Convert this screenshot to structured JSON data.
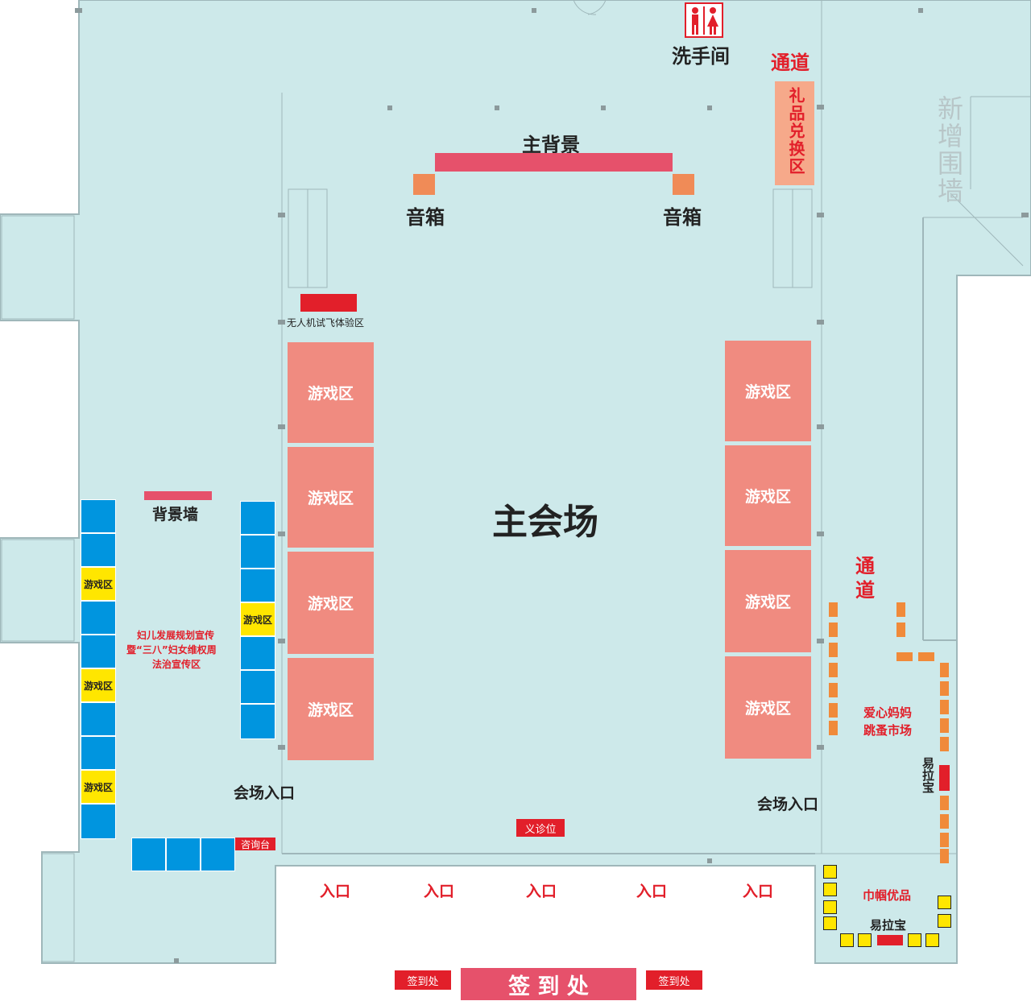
{
  "colors": {
    "floor": "#cde9ea",
    "game_zone": "#f08b80",
    "main_bg": "#e6516b",
    "speaker": "#f08b57",
    "gift": "#f6a98a",
    "blue": "#0095df",
    "yellow": "#ffe600",
    "orange": "#f08a3a",
    "red": "#e21f2a"
  },
  "labels": {
    "restroom": "洗手间",
    "channel_top": "通道",
    "gift_exchange": "礼品兑换区",
    "new_wall": "新增围墙",
    "main_backdrop": "主背景",
    "speaker_left": "音箱",
    "speaker_right": "音箱",
    "drone_zone": "无人机试飞体验区",
    "game_zone": "游戏区",
    "main_venue": "主会场",
    "backdrop_wall": "背景墙",
    "women_zone_1": "妇儿发展规划宣传",
    "women_zone_2": "暨“三八”妇女维权周",
    "women_zone_3": "法治宣传区",
    "channel_right": "通道",
    "flea_market_1": "爱心妈妈",
    "flea_market_2": "跳蚤市场",
    "yilabao_vertical": "易拉宝",
    "venue_entrance_left": "会场入口",
    "venue_entrance_right": "会场入口",
    "clinic": "义诊位",
    "info_desk": "咨询台",
    "entrance": "入口",
    "jinguo": "巾帼优品",
    "yilabao": "易拉宝",
    "signin_small": "签到处",
    "signin_main": "签 到 处"
  }
}
